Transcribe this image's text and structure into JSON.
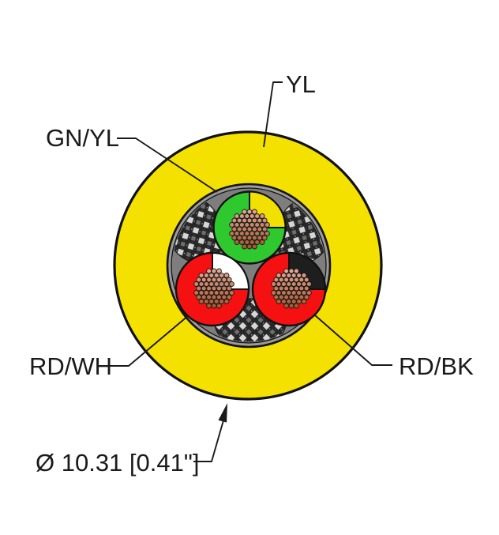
{
  "diagram": {
    "title": "cable-cross-section",
    "labels": {
      "jacket": "YL",
      "ground": "GN/YL",
      "red_white": "RD/WH",
      "red_black": "RD/BK",
      "diameter": "Ø 10.31 [0.41\"]"
    },
    "colors": {
      "jacket": "#F5E100",
      "green": "#2FC82F",
      "wedge_yellow": "#F2E000",
      "red": "#F51111",
      "wedge_white": "#FFFFFF",
      "wedge_black": "#1E1E1E",
      "shield_ring": "#9B9B9B",
      "shield_field": "#7E7E7E",
      "copper_light": "#E2A491",
      "copper_dark": "#A85A30",
      "outline": "#111111"
    }
  }
}
